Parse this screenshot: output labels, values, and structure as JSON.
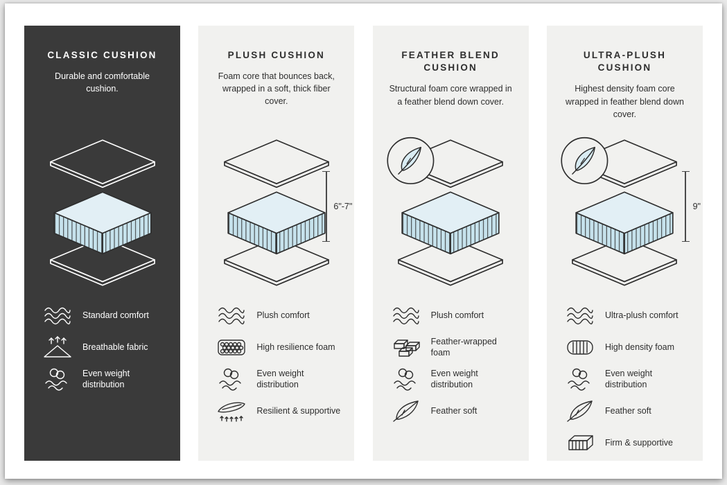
{
  "colors": {
    "dark_column_bg": "#3a3a3a",
    "light_column_bg": "#f1f1ef",
    "foam_blue": "#c6e2ec",
    "foam_blue_top": "#e2eff5",
    "line": "#2e2e2e"
  },
  "columns": [
    {
      "title": "CLASSIC CUSHION",
      "description": "Durable and comfortable cushion.",
      "measurement": "",
      "features": [
        {
          "icon": "waves",
          "label": "Standard comfort"
        },
        {
          "icon": "breathable",
          "label": "Breathable fabric"
        },
        {
          "icon": "distribution",
          "label": "Even weight distribution"
        }
      ]
    },
    {
      "title": "PLUSH CUSHION",
      "description": "Foam core that bounces back, wrapped in a soft, thick fiber cover.",
      "measurement": "6\"-7\"",
      "features": [
        {
          "icon": "waves",
          "label": "Plush comfort"
        },
        {
          "icon": "honeycomb-foam",
          "label": "High resilience foam"
        },
        {
          "icon": "distribution",
          "label": "Even weight distribution"
        },
        {
          "icon": "spring-support",
          "label": "Resilient & supportive"
        }
      ]
    },
    {
      "title": "FEATHER BLEND CUSHION",
      "description": "Structural foam core wrapped in a feather blend down cover.",
      "measurement": "",
      "features": [
        {
          "icon": "waves",
          "label": "Plush comfort"
        },
        {
          "icon": "bricks",
          "label": "Feather-wrapped foam"
        },
        {
          "icon": "distribution",
          "label": "Even weight distribution"
        },
        {
          "icon": "feather",
          "label": "Feather soft"
        }
      ]
    },
    {
      "title": "ULTRA-PLUSH CUSHION",
      "description": "Highest density foam core wrapped in feather blend down cover.",
      "measurement": "9\"",
      "features": [
        {
          "icon": "waves",
          "label": "Ultra-plush comfort"
        },
        {
          "icon": "density-foam",
          "label": "High density foam"
        },
        {
          "icon": "distribution",
          "label": "Even weight distribution"
        },
        {
          "icon": "feather",
          "label": "Feather soft"
        },
        {
          "icon": "firm-support",
          "label": "Firm & supportive"
        }
      ]
    }
  ]
}
